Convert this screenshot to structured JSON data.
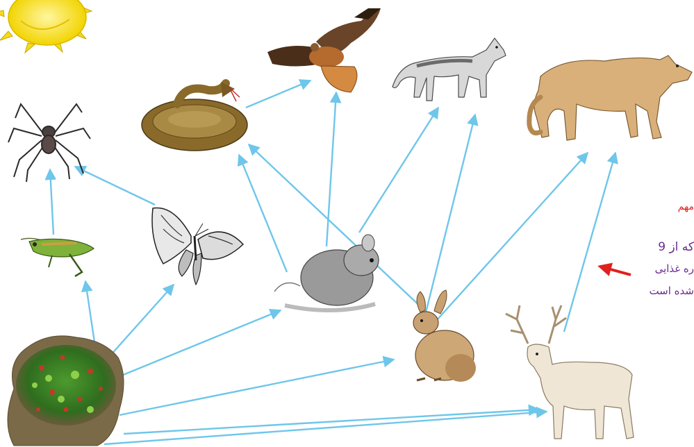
{
  "annotation": {
    "label": "مهم",
    "line1": "که از 9",
    "line2": "ره غذایی",
    "line3": "شده است"
  },
  "colors": {
    "arrow": "#6ec6ea",
    "pointer": "#e0201e",
    "label_red": "#e0201e",
    "text_purple": "#6a2a8f"
  },
  "icons": [
    "sun-icon",
    "spider-icon",
    "snake-icon",
    "hawk-icon",
    "fox-icon",
    "cougar-icon",
    "grasshopper-icon",
    "butterfly-icon",
    "mouse-icon",
    "rabbit-icon",
    "deer-icon",
    "plants-icon"
  ]
}
